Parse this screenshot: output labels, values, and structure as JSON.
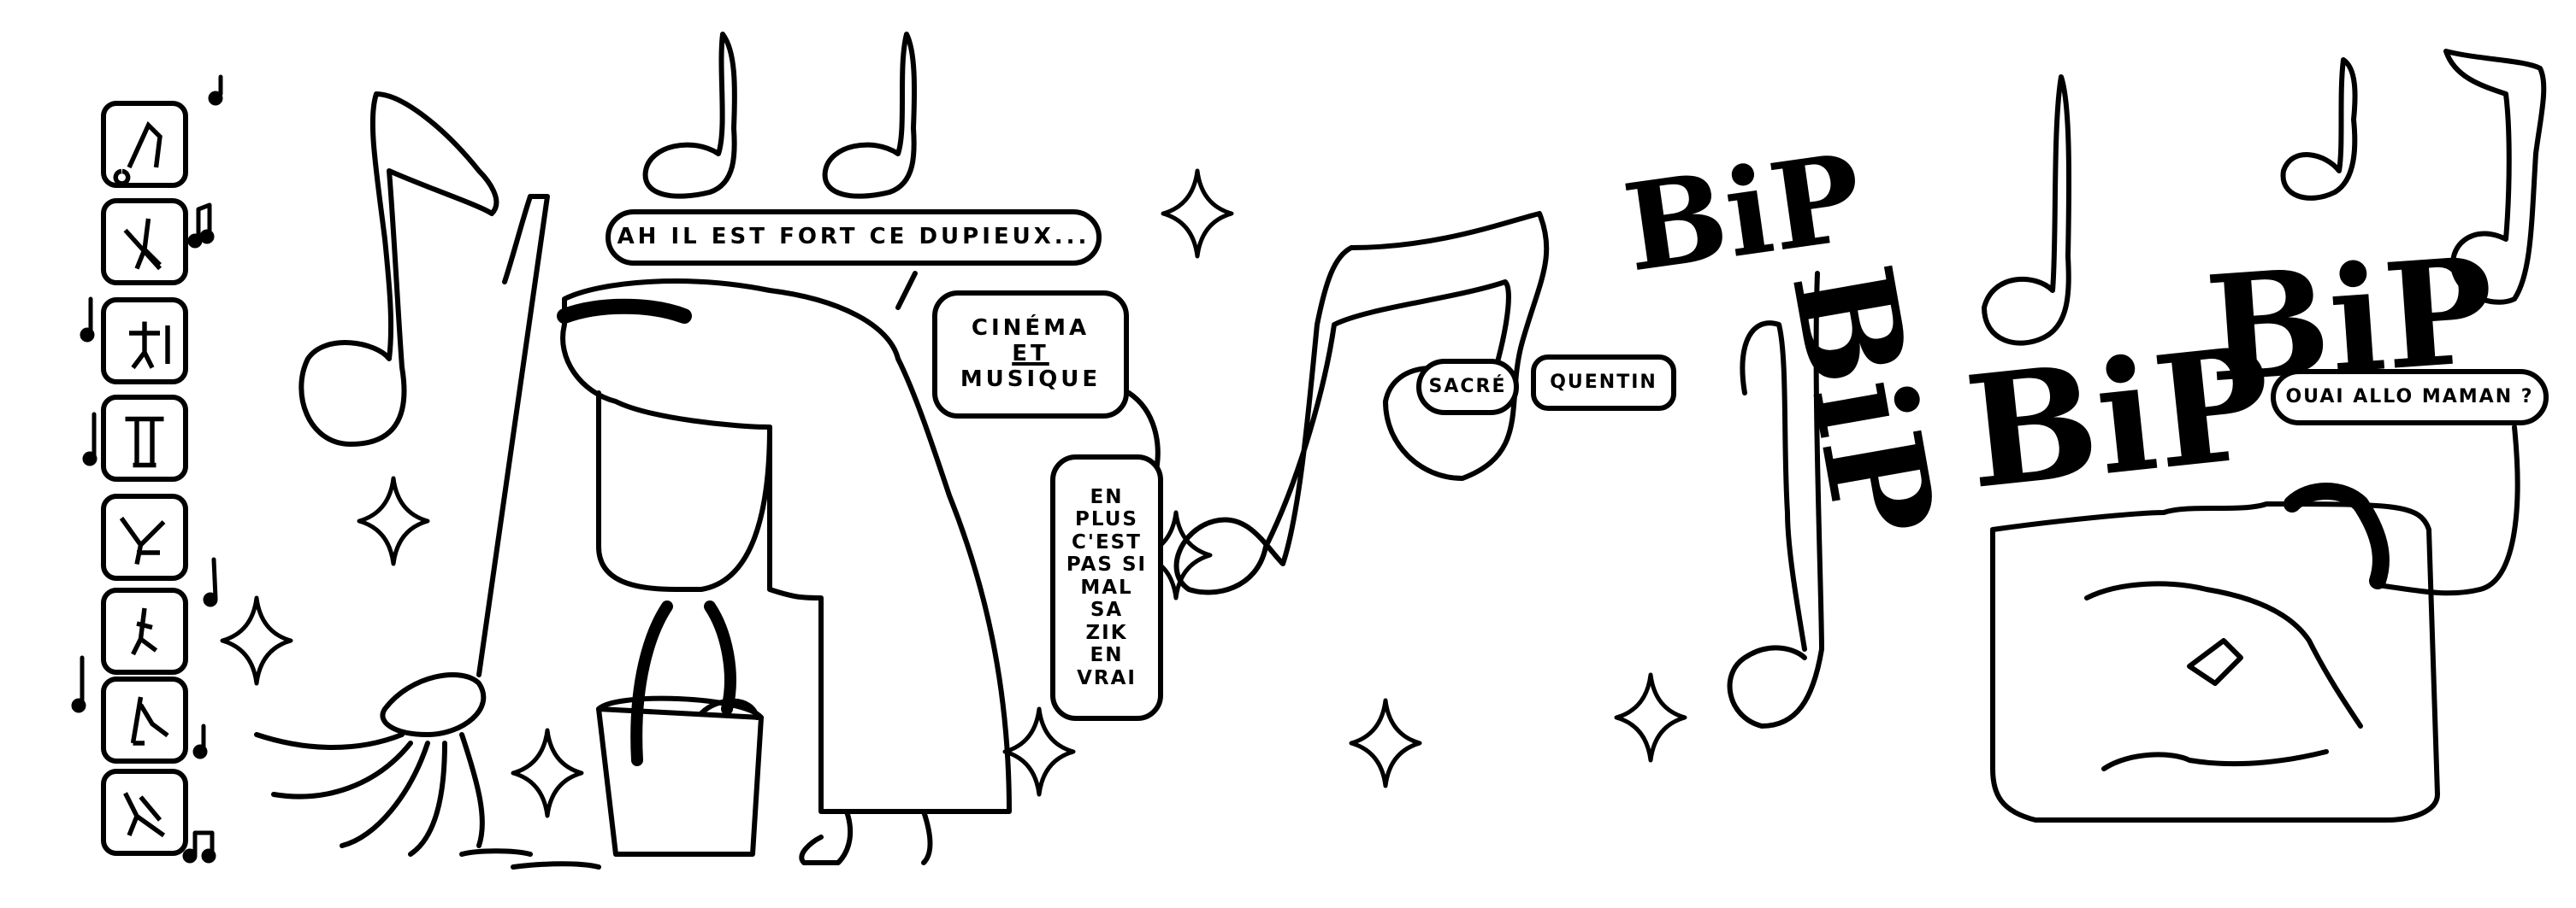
{
  "scene": {
    "description": "Black and white hand-drawn comic strip: cleaner mopping the floor while listening to music, then receiving a phone call",
    "colors": {
      "ink": "#000000",
      "paper": "#ffffff"
    }
  },
  "thumbnails": {
    "count": 8,
    "items": [
      {
        "label": "mopping-pose-1"
      },
      {
        "label": "mopping-pose-2"
      },
      {
        "label": "dancing-with-mop"
      },
      {
        "label": "standing-with-mop"
      },
      {
        "label": "leaning-pose"
      },
      {
        "label": "crouching-pose"
      },
      {
        "label": "walking-with-mop"
      },
      {
        "label": "sweeping-pose"
      }
    ]
  },
  "bubbles": {
    "dupieux": "AH IL EST FORT CE DUPIEUX...",
    "cinema_line1": "CINÉMA",
    "cinema_line2": "ET",
    "cinema_line3": "MUSIQUE",
    "en_plus": [
      "EN PLUS",
      "C'EST",
      "PAS SI",
      "MAL",
      "SA",
      "ZIK",
      "EN",
      "VRAI"
    ],
    "sacre": "SACRÉ",
    "quentin": "QUENTIN",
    "maman": "OUAI ALLO MAMAN ?"
  },
  "sound_effects": {
    "bip1": "BiP",
    "bip2": "BiP",
    "bip3": "BiP",
    "bip4": "BiP"
  }
}
